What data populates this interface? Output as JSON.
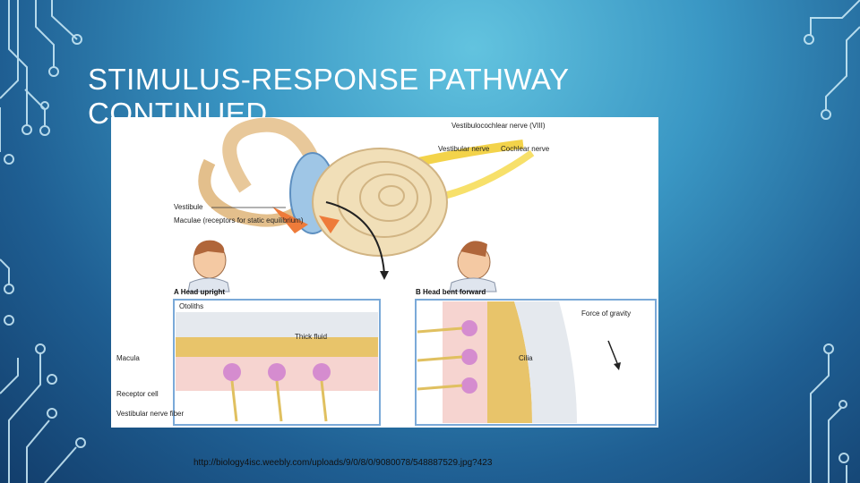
{
  "slide": {
    "title": "STIMULUS-RESPONSE PATHWAY CONTINUED",
    "caption": "http://biology4isc.weebly.com/uploads/9/0/8/0/9080078/548887529.jpg?423"
  },
  "figure": {
    "nerve_label": "Vestibulocochlear nerve (VIII)",
    "vestibular_nerve": "Vestibular nerve",
    "cochlear_nerve": "Cochlear nerve",
    "vestibule": "Vestibule",
    "maculae": "Maculae (receptors for static equilibrium)",
    "panel_a": "A Head upright",
    "panel_b": "B Head bent forward",
    "otoliths": "Otoliths",
    "thick_fluid": "Thick fluid",
    "macula": "Macula",
    "receptor_cell": "Receptor cell",
    "vestibular_nerve_fiber": "Vestibular nerve fiber",
    "force_of_gravity": "Force of gravity",
    "cilia": "Cilia"
  },
  "colors": {
    "background_light": "#62c3df",
    "background_dark": "#123d6b",
    "circuit_line": "#cfeefa"
  }
}
